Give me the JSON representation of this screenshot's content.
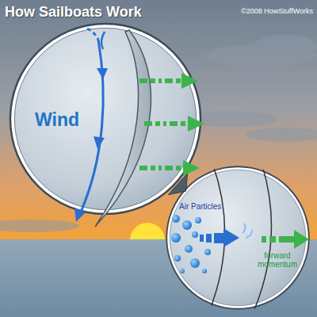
{
  "diagram": {
    "title": "How Sailboats Work",
    "nodes": [
      {
        "text": [
          "Wind"
        ]
      },
      {
        "text": [
          "Air Particles",
          "forward momentum"
        ]
      }
    ],
    "edges": [
      {
        "from": 0,
        "to": 1,
        "arrow": "none"
      }
    ],
    "labels": [
      "©2008 HowStuffWorks"
    ]
  }
}
